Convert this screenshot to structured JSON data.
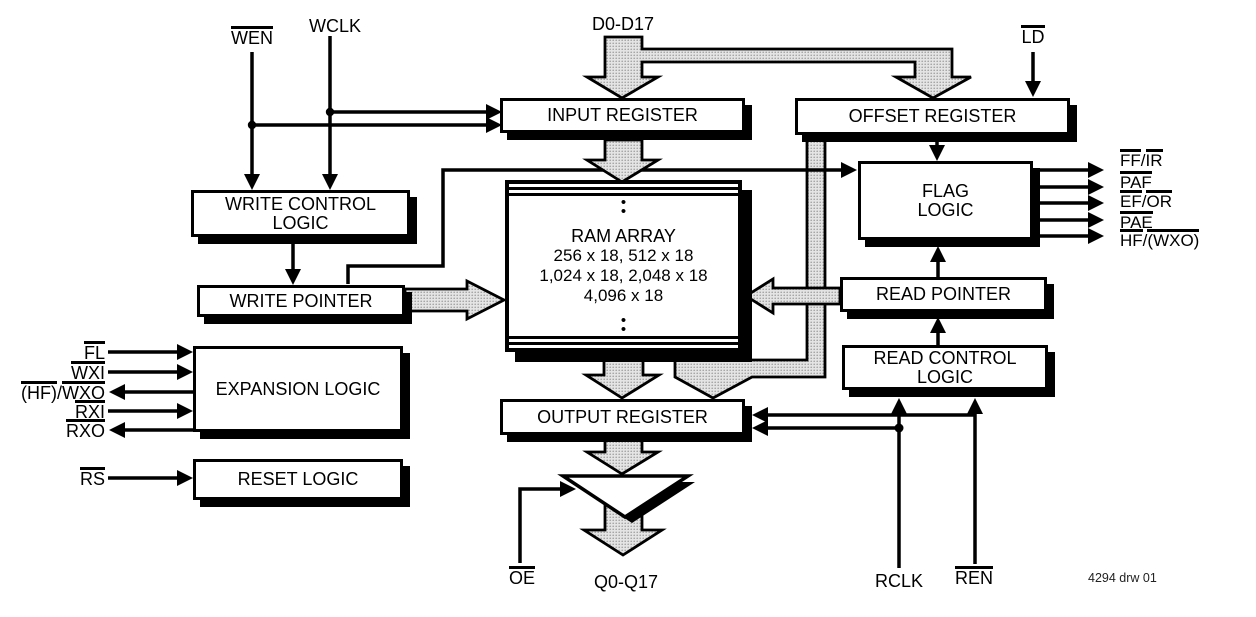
{
  "colors": {
    "background": "#ffffff",
    "line": "#000000",
    "halftone_base": "#e4e4e4",
    "halftone_dot": "#9a9a9a"
  },
  "drawing_number": "4294 drw 01",
  "blocks": {
    "input_register": {
      "lines": [
        "INPUT REGISTER"
      ]
    },
    "offset_register": {
      "lines": [
        "OFFSET REGISTER"
      ]
    },
    "write_control_logic": {
      "lines": [
        "WRITE CONTROL",
        "LOGIC"
      ]
    },
    "write_pointer": {
      "lines": [
        "WRITE POINTER"
      ]
    },
    "flag_logic": {
      "lines": [
        "FLAG",
        "LOGIC"
      ]
    },
    "ram_array": {
      "title": "RAM ARRAY",
      "sizes": [
        "256 x 18, 512 x 18",
        "1,024 x 18, 2,048 x 18",
        "4,096 x 18"
      ],
      "dots": "•\n•"
    },
    "read_pointer": {
      "lines": [
        "READ POINTER"
      ]
    },
    "read_control_logic": {
      "lines": [
        "READ CONTROL",
        "LOGIC"
      ]
    },
    "expansion_logic": {
      "lines": [
        "EXPANSION LOGIC"
      ]
    },
    "reset_logic": {
      "lines": [
        "RESET LOGIC"
      ]
    },
    "output_register": {
      "lines": [
        "OUTPUT REGISTER"
      ]
    }
  },
  "signals": {
    "wen": {
      "parts": [
        [
          "WEN",
          1
        ]
      ]
    },
    "wclk": {
      "parts": [
        [
          "WCLK",
          0
        ]
      ]
    },
    "d_bus": {
      "parts": [
        [
          "D0-D17",
          0
        ]
      ]
    },
    "ld": {
      "parts": [
        [
          "LD",
          1
        ]
      ]
    },
    "fl": {
      "parts": [
        [
          "FL",
          1
        ]
      ]
    },
    "wxi": {
      "parts": [
        [
          "WXI",
          1
        ]
      ]
    },
    "hf_wxo_left": {
      "parts": [
        [
          "(HF)",
          1
        ],
        [
          "/",
          0
        ],
        [
          "WXO",
          1
        ]
      ]
    },
    "rxi": {
      "parts": [
        [
          "RXI",
          1
        ]
      ]
    },
    "rxo": {
      "parts": [
        [
          "RXO",
          1
        ]
      ]
    },
    "rs": {
      "parts": [
        [
          "RS",
          1
        ]
      ]
    },
    "oe": {
      "parts": [
        [
          "OE",
          1
        ]
      ]
    },
    "q_bus": {
      "parts": [
        [
          "Q0-Q17",
          0
        ]
      ]
    },
    "rclk": {
      "parts": [
        [
          "RCLK",
          0
        ]
      ]
    },
    "ren": {
      "parts": [
        [
          "REN",
          1
        ]
      ]
    },
    "ff_ir": {
      "parts": [
        [
          "FF",
          1
        ],
        [
          "/",
          0
        ],
        [
          "IR",
          1
        ]
      ]
    },
    "paf": {
      "parts": [
        [
          "PAF",
          1
        ]
      ]
    },
    "ef_or": {
      "parts": [
        [
          "EF",
          1
        ],
        [
          "/",
          0
        ],
        [
          "OR",
          1
        ]
      ]
    },
    "pae": {
      "parts": [
        [
          "PAE",
          1
        ]
      ]
    },
    "hf_wxo_right": {
      "parts": [
        [
          "HF",
          1
        ],
        [
          "/",
          0
        ],
        [
          "(WXO)",
          1
        ]
      ]
    }
  }
}
